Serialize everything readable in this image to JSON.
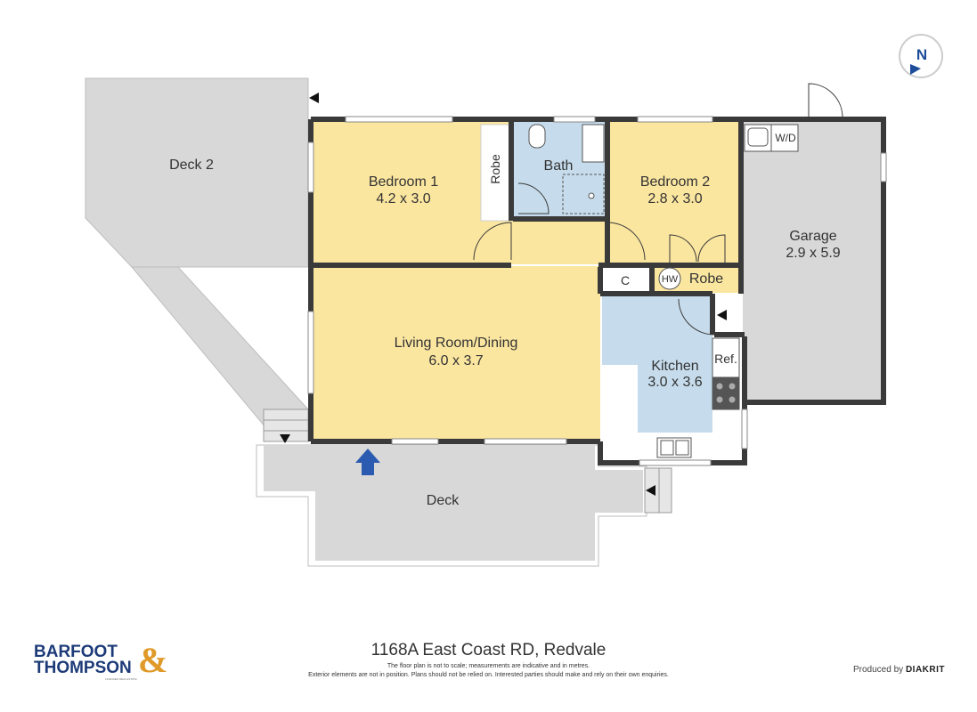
{
  "rooms": {
    "bedroom1": {
      "name": "Bedroom 1",
      "dim": "4.2 x 3.0"
    },
    "bedroom2": {
      "name": "Bedroom 2",
      "dim": "2.8 x 3.0"
    },
    "living": {
      "name": "Living Room/Dining",
      "dim": "6.0 x 3.7"
    },
    "kitchen": {
      "name": "Kitchen",
      "dim": "3.0 x 3.6"
    },
    "garage": {
      "name": "Garage",
      "dim": "2.9 x 5.9"
    },
    "bath": {
      "name": "Bath"
    },
    "deck": {
      "name": "Deck"
    },
    "deck2": {
      "name": "Deck 2"
    }
  },
  "fixtures": {
    "robe1": "Robe",
    "robe2": "Robe",
    "hw": "HW",
    "cupboard": "C",
    "fridge": "Ref.",
    "wd": "W/D"
  },
  "compass": {
    "label": "N"
  },
  "footer": {
    "address": "1168A East Coast RD, Redvale",
    "disclaimer_line1": "The floor plan is not to scale; measurements are indicative and in metres.",
    "disclaimer_line2": "Exterior elements are not in position. Plans should not be relied on. Interested parties should make and rely on their own enquiries.",
    "produced_by": "Produced by",
    "producer": "DIAKRIT"
  },
  "logo": {
    "line1": "BARFOOT",
    "line2": "THOMPSON",
    "amp": "&",
    "tagline": "LICENSED REAL ESTATE"
  },
  "colors": {
    "room_fill": "#fbe6a0",
    "wet_fill": "#c6dcec",
    "grey_fill": "#d8d8d8",
    "wall": "#3a3a3a",
    "entry_arrow": "#2a5bb0"
  }
}
